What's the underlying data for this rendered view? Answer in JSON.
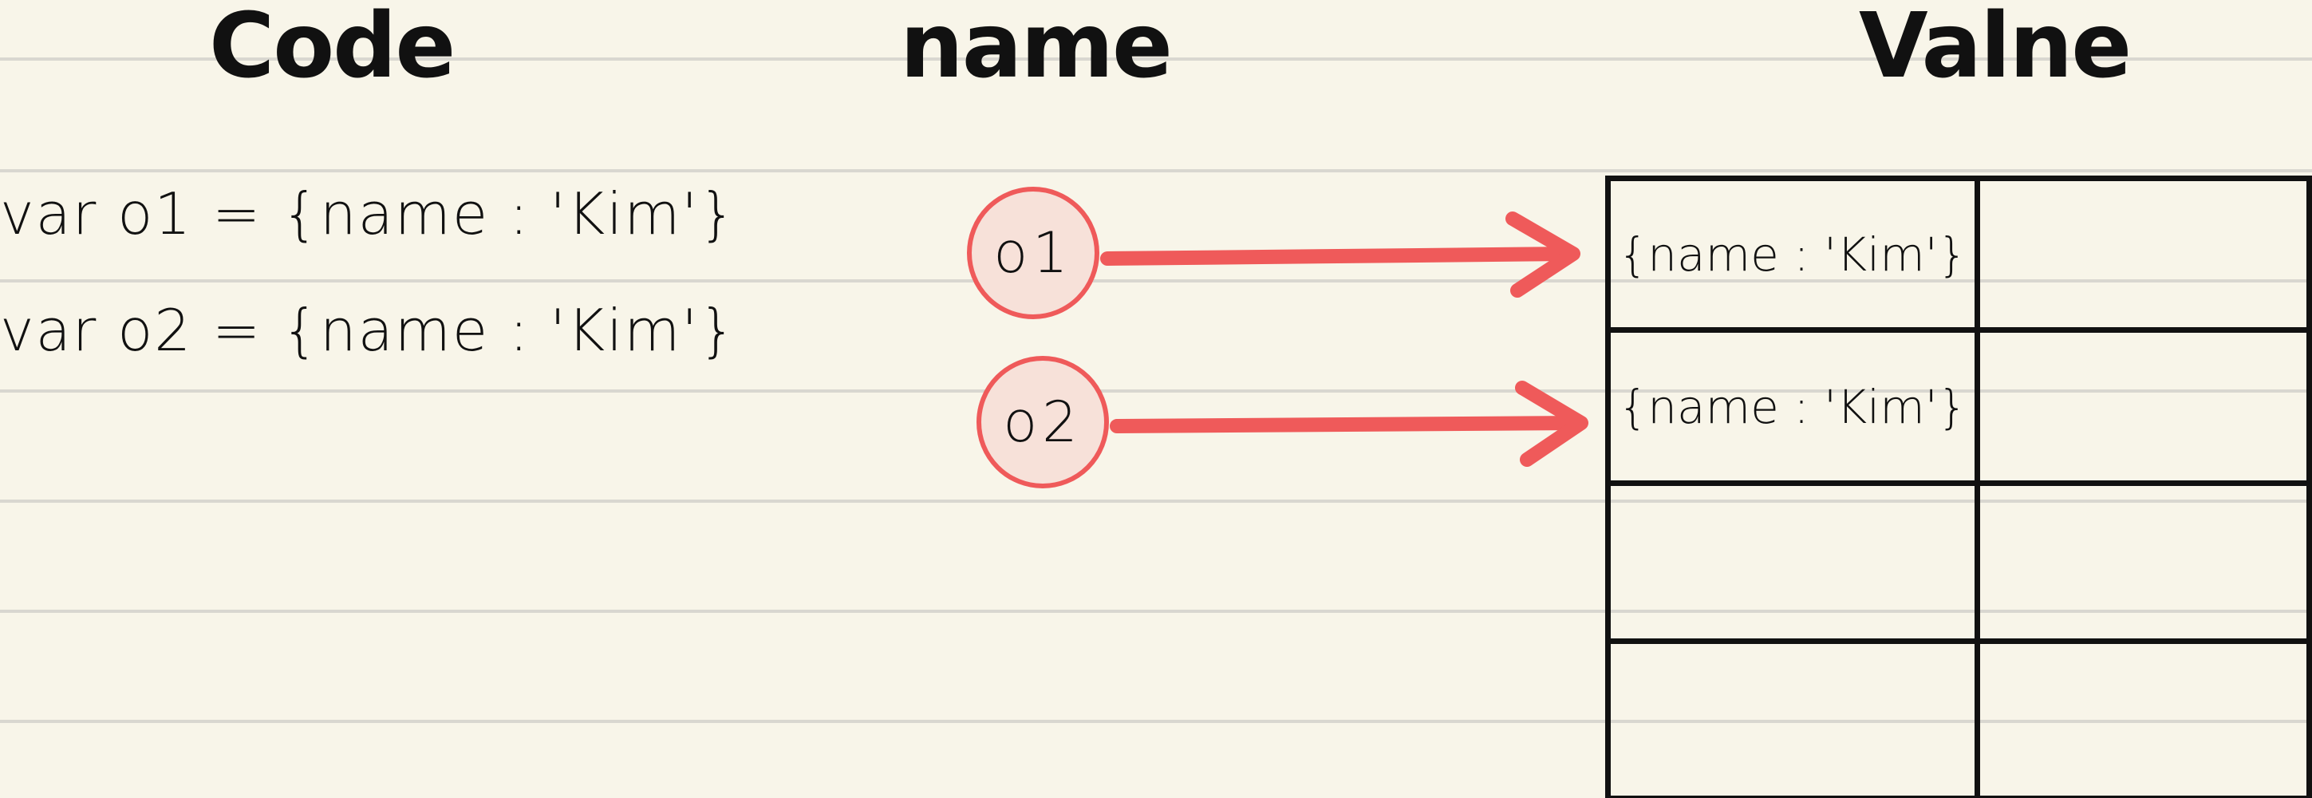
{
  "headers": {
    "code": "Code",
    "name": "name",
    "value": "Valne"
  },
  "code_lines": [
    "var  o1 = {name : 'Kim'}",
    "var   o2 = {name : 'Kim'}"
  ],
  "variables": [
    "o1",
    "o2"
  ],
  "memory_table": {
    "rows": [
      [
        "{name : 'Kim'}",
        ""
      ],
      [
        "{name : 'Kim'}",
        ""
      ],
      [
        "",
        ""
      ],
      [
        "",
        ""
      ]
    ]
  },
  "colors": {
    "background": "#f8f5e9",
    "ruled_line": "#d9d7d0",
    "arrow": "#ef5a5a",
    "node_fill": "#f7e1d9",
    "ink": "#111111"
  }
}
